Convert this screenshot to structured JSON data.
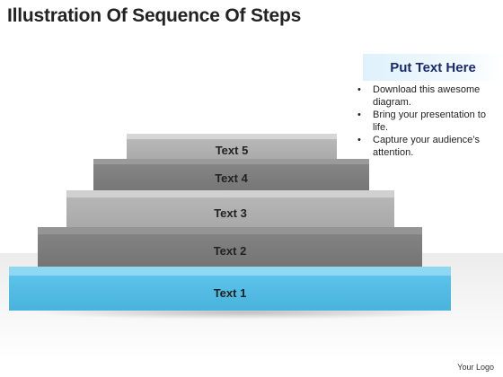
{
  "title": "Illustration Of Sequence Of Steps",
  "steps": [
    {
      "label": "Text 1"
    },
    {
      "label": "Text 2"
    },
    {
      "label": "Text 3"
    },
    {
      "label": "Text 4"
    },
    {
      "label": "Text 5"
    }
  ],
  "panel": {
    "heading": "Put Text Here",
    "bullet_char": "•",
    "bullets": [
      "Download this awesome diagram.",
      "Bring your presentation to life.",
      "Capture your audience’s attention."
    ]
  },
  "logo": "Your Logo",
  "colors": {
    "step_1": "#58bfe6",
    "step_dark": "#7f7f7f",
    "step_light": "#b4b4b4",
    "panel_heading_text": "#1a2a6c"
  }
}
